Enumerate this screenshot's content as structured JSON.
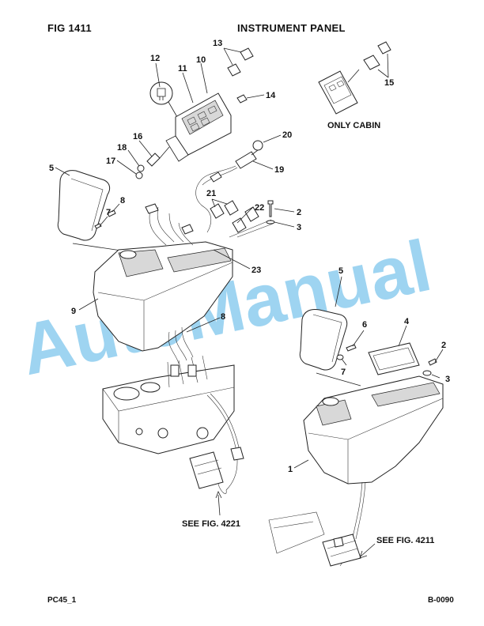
{
  "header": {
    "fig_label": "FIG    1411",
    "title": "INSTRUMENT PANEL"
  },
  "notes": {
    "only_cabin": "ONLY CABIN",
    "see_fig_4221": "SEE FIG. 4221",
    "see_fig_4211": "SEE FIG. 4211"
  },
  "watermark": "AutoManual",
  "footer": {
    "page_code": "PC45_1",
    "drawing_no": "B-0090"
  },
  "callouts": {
    "c12": "12",
    "c13": "13",
    "c11": "11",
    "c10": "10",
    "c14": "14",
    "c15": "15",
    "c16": "16",
    "c18": "18",
    "c17": "17",
    "c20": "20",
    "c19": "19",
    "c5a": "5",
    "c8a": "8",
    "c7a": "7",
    "c21": "21",
    "c22": "22",
    "c2a": "2",
    "c3a": "3",
    "c23": "23",
    "c9": "9",
    "c8b": "8",
    "c5b": "5",
    "c6": "6",
    "c4": "4",
    "c2b": "2",
    "c7b": "7",
    "c3b": "3",
    "c1": "1"
  }
}
